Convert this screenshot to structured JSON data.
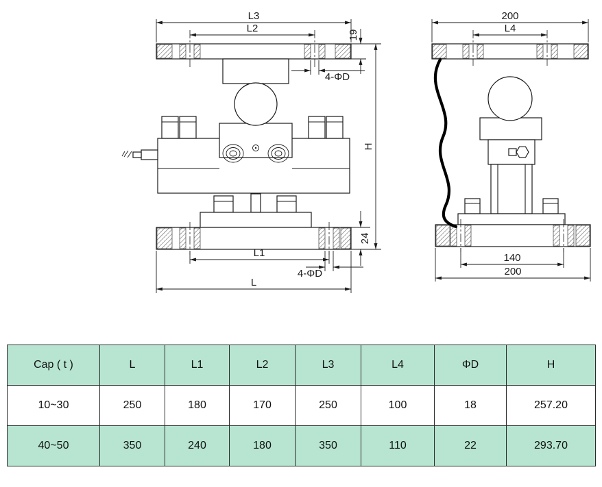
{
  "colors": {
    "line": "#1a1a1a",
    "table_green": "#b7e5d1",
    "row_white": "#ffffff"
  },
  "drawing": {
    "front": {
      "l3": "L3",
      "l2": "L2",
      "t19": "19",
      "holes_top": "4-ΦD",
      "h": "H",
      "t24": "24",
      "l1": "L1",
      "holes_bottom": "4-ΦD",
      "l": "L"
    },
    "side": {
      "w200_top": "200",
      "l4": "L4",
      "w140": "140",
      "w200_bottom": "200"
    }
  },
  "table": {
    "headers": [
      "Cap ( t )",
      "L",
      "L1",
      "L2",
      "L3",
      "L4",
      "ΦD",
      "H"
    ],
    "rows": [
      [
        "10~30",
        "250",
        "180",
        "170",
        "250",
        "100",
        "18",
        "257.20"
      ],
      [
        "40~50",
        "350",
        "240",
        "180",
        "350",
        "110",
        "22",
        "293.70"
      ]
    ]
  }
}
